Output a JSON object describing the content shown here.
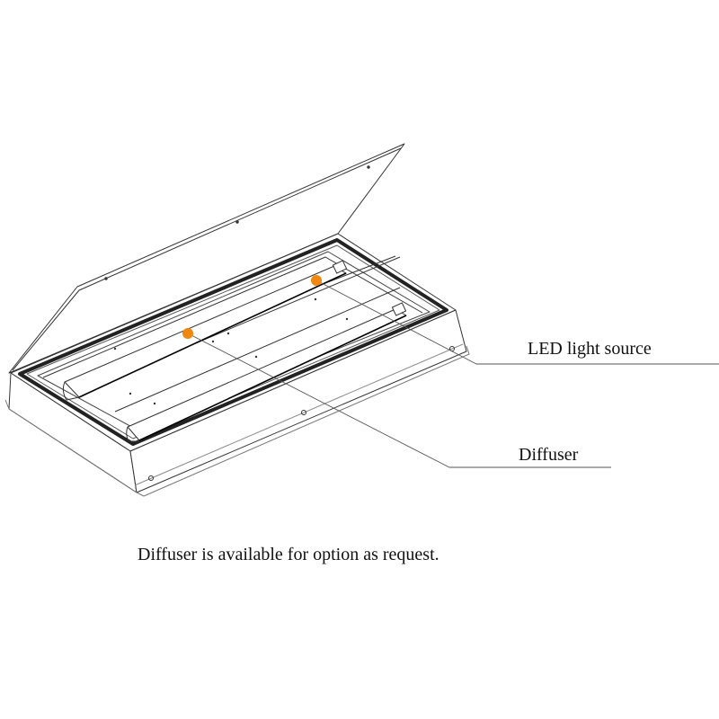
{
  "labels": {
    "led": "LED light source",
    "diffuser": "Diffuser"
  },
  "caption": "Diffuser is available for option as request.",
  "colors": {
    "marker": "#F0870F",
    "line": "#333333",
    "leader": "#555555"
  }
}
